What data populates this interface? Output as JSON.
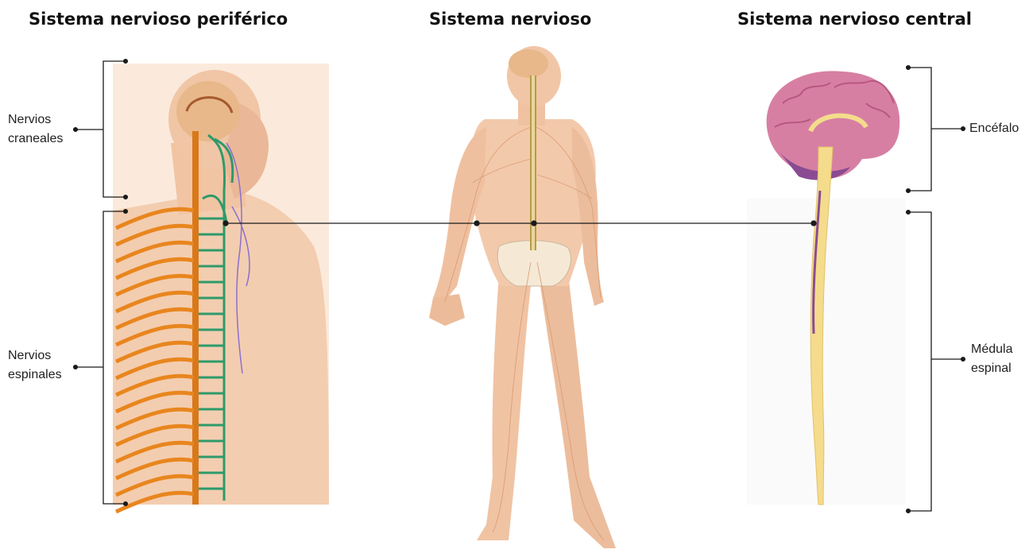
{
  "titles": {
    "peripheral": "Sistema nervioso periférico",
    "nervous": "Sistema nervioso",
    "central": "Sistema nervioso central"
  },
  "labels": {
    "cranial_line1": "Nervios",
    "cranial_line2": "craneales",
    "spinal_line1": "Nervios",
    "spinal_line2": "espinales",
    "brain": "Encéfalo",
    "cord_line1": "Médula",
    "cord_line2": "espinal"
  },
  "colors": {
    "skin": "#f2c9a8",
    "skin_shadow": "#e3a886",
    "spinal_nerves": "#e8861e",
    "cranial_nerves": "#2e9a6a",
    "brain": "#d77fa3",
    "brain_dark": "#8a4b93",
    "cord": "#f4dc8c",
    "lines": "#1a1a1a"
  }
}
